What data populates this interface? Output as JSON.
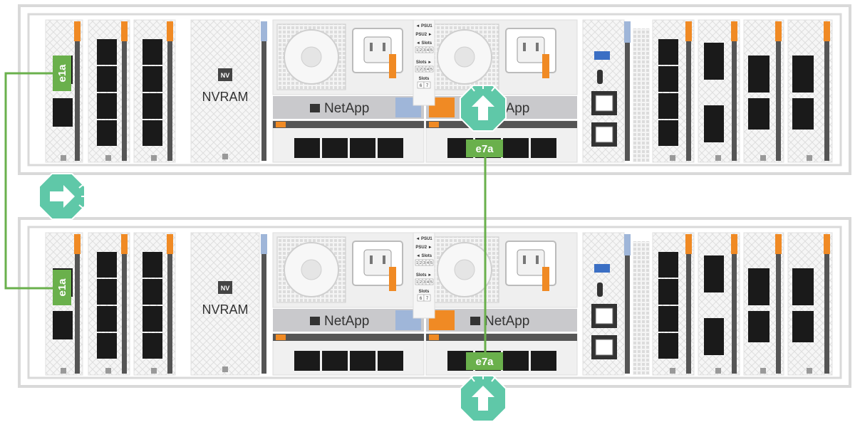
{
  "controllers": [
    {
      "id": "top",
      "nvram_label": "NVRAM",
      "nvram_badge": "NV",
      "brand_left": "NetApp",
      "brand_right": "NetApp",
      "psu_labels": [
        "◄ PSU1",
        "PSU2 ►",
        "◄ Slots",
        "Slots ►",
        "Slots"
      ],
      "psu_slot_numbers": [
        "1",
        "2",
        "3",
        "4",
        "5",
        "1",
        "2",
        "3",
        "4",
        "5",
        "6",
        "7"
      ],
      "ports": {
        "left": "e1a",
        "center": "e7a"
      }
    },
    {
      "id": "bottom",
      "nvram_label": "NVRAM",
      "nvram_badge": "NV",
      "brand_left": "NetApp",
      "brand_right": "NetApp",
      "psu_labels": [
        "◄ PSU1",
        "PSU2 ►",
        "◄ Slots",
        "Slots ►",
        "Slots"
      ],
      "psu_slot_numbers": [
        "1",
        "2",
        "3",
        "4",
        "5",
        "1",
        "2",
        "3",
        "4",
        "5",
        "6",
        "7"
      ],
      "ports": {
        "left": "e1a",
        "center": "e7a"
      }
    }
  ],
  "cables": [
    {
      "name": "e1a-to-e1a",
      "from": "top.e1a",
      "to": "bottom.e1a"
    },
    {
      "name": "e7a-to-e7a",
      "from": "top.e7a",
      "to": "bottom.e7a"
    }
  ],
  "callouts": [
    {
      "name": "top-e7a-arrow",
      "icon": "up-arrow-icon"
    },
    {
      "name": "middle-arrow",
      "icon": "right-arrow-icon"
    },
    {
      "name": "bottom-e7a-arrow",
      "icon": "up-arrow-icon"
    }
  ],
  "colors": {
    "cable": "#6ab04c",
    "port_label_bg": "#6ab04c",
    "callout": "#5fc8a8",
    "accent_orange": "#f08a24",
    "accent_blue": "#9fb6d9",
    "chassis_line": "#d9d9d9",
    "panel": "#e9e9e9",
    "port_black": "#1a1a1a",
    "brand_bar": "#c9c9cc"
  }
}
